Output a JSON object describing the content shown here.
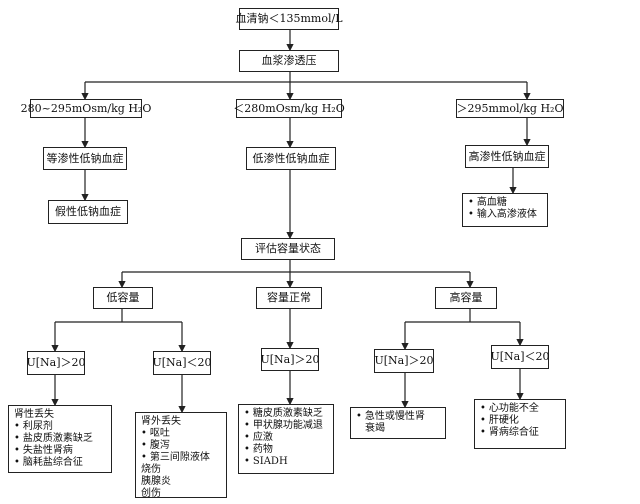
{
  "colors": {
    "line": "#222222",
    "background": "#ffffff",
    "text": "#111111"
  },
  "root": "血清钠＜135mmol/L",
  "osm": "血浆渗透压",
  "branches": {
    "left": "280~295mOsm/kg H₂O",
    "middle": "＜280mOsm/kg H₂O",
    "right": "＞295mmol/kg H₂O"
  },
  "iso": "等渗性低钠血症",
  "pseudo": "假性低钠血症",
  "hypo": "低渗性低钠血症",
  "hyper": "高渗性低钠血症",
  "hyper_causes": [
    "高血糖",
    "输入高渗液体"
  ],
  "volume_assess": "评估容量状态",
  "volume": {
    "low": "低容量",
    "normal": "容量正常",
    "high": "高容量"
  },
  "una": {
    "low_gt": "U[Na]＞20",
    "low_lt": "U[Na]＜20",
    "normal_gt": "U[Na]＞20",
    "high_gt": "U[Na]＞20",
    "high_lt": "U[Na]＜20"
  },
  "renal_loss": {
    "title": "肾性丢失",
    "items": [
      "利尿剂",
      "盐皮质激素缺乏",
      "失盐性肾病",
      "脑耗盐综合征"
    ]
  },
  "extrarenal_loss": {
    "title": "肾外丢失",
    "items": [
      "呕吐",
      "腹泻",
      "第三间隙液体"
    ],
    "extra": [
      "烧伤",
      "胰腺炎",
      "创伤"
    ]
  },
  "normal_causes": [
    "糖皮质激素缺乏",
    "甲状腺功能减退",
    "应激",
    "药物",
    "SIADH"
  ],
  "high_renal": [
    "急性或慢性肾",
    "衰竭"
  ],
  "high_other": [
    "心功能不全",
    "肝硬化",
    "肾病综合征"
  ]
}
